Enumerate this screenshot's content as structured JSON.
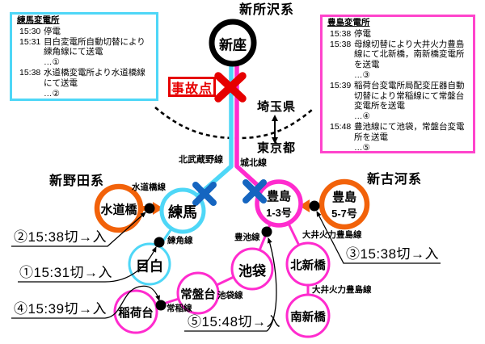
{
  "fault_label": "事故点",
  "systems": {
    "shintokorozawa": "新所沢系",
    "shinnoda": "新野田系",
    "shinfurukawa": "新古河系"
  },
  "regions": {
    "saitama": "埼玉県",
    "tokyo": "東京都"
  },
  "nodes": {
    "niiza": "新座",
    "suidobashi": "水道橋",
    "nerima": "練馬",
    "mejiro": "目白",
    "toshima13": {
      "line1": "豊島",
      "line2": "1-3号"
    },
    "toshima57": {
      "line1": "豊島",
      "line2": "5-7号"
    },
    "ikebukuro": "池袋",
    "tokiwadai": "常盤台",
    "inaridai": "稲荷台",
    "kitashinbashi": "北新橋",
    "minamishinbashi": "南新橋"
  },
  "lines": {
    "kitamusashino": "北武蔵野線",
    "johoku": "城北線",
    "suidobashisen": "水道橋線",
    "renkakusen": "練角線",
    "hochisen": "豊池線",
    "oi_thermal_upper": "大井火力豊島線",
    "oi_thermal_lower": "大井火力豊島線",
    "ikebukurosen": "池袋線",
    "jotosen": "常稲線"
  },
  "annotations": {
    "a1": "①15:31切→入",
    "a2": "②15:38切→入",
    "a3": "③15:38切→入",
    "a4": "④15:39切→入",
    "a5": "⑤15:48切→入"
  },
  "boxes": {
    "nerima": {
      "title": "練馬変電所",
      "events": [
        {
          "time": "15:30",
          "lines": [
            "停電"
          ]
        },
        {
          "time": "15:31",
          "lines": [
            "目白変電所自動切替により",
            "練角線にて送電",
            "…①"
          ]
        },
        {
          "time": "15:38",
          "lines": [
            "水道橋変電所より水道橋線",
            "にて送電",
            "…②"
          ]
        }
      ]
    },
    "toshima": {
      "title": "豊島変電所",
      "events": [
        {
          "time": "15:38",
          "lines": [
            "停電"
          ]
        },
        {
          "time": "15:38",
          "lines": [
            "母線切替により大井火力豊島",
            "線にて北新橋，南新橋変電所",
            "を送電",
            "…③"
          ]
        },
        {
          "time": "15:39",
          "lines": [
            "稲荷台変電所局配変圧器自動",
            "切替により常稲線にて常盤台",
            "変電所を送電",
            "…④"
          ]
        },
        {
          "time": "15:48",
          "lines": [
            "豊池線にて池袋，常盤台変電",
            "所を送電",
            "…⑤"
          ]
        }
      ]
    }
  },
  "colors": {
    "cyan": "#4ed7f7",
    "magenta": "#ff2bce",
    "orange": "#f2620a",
    "blue_x": "#1565c0",
    "red": "#e60000",
    "black": "#000000"
  }
}
